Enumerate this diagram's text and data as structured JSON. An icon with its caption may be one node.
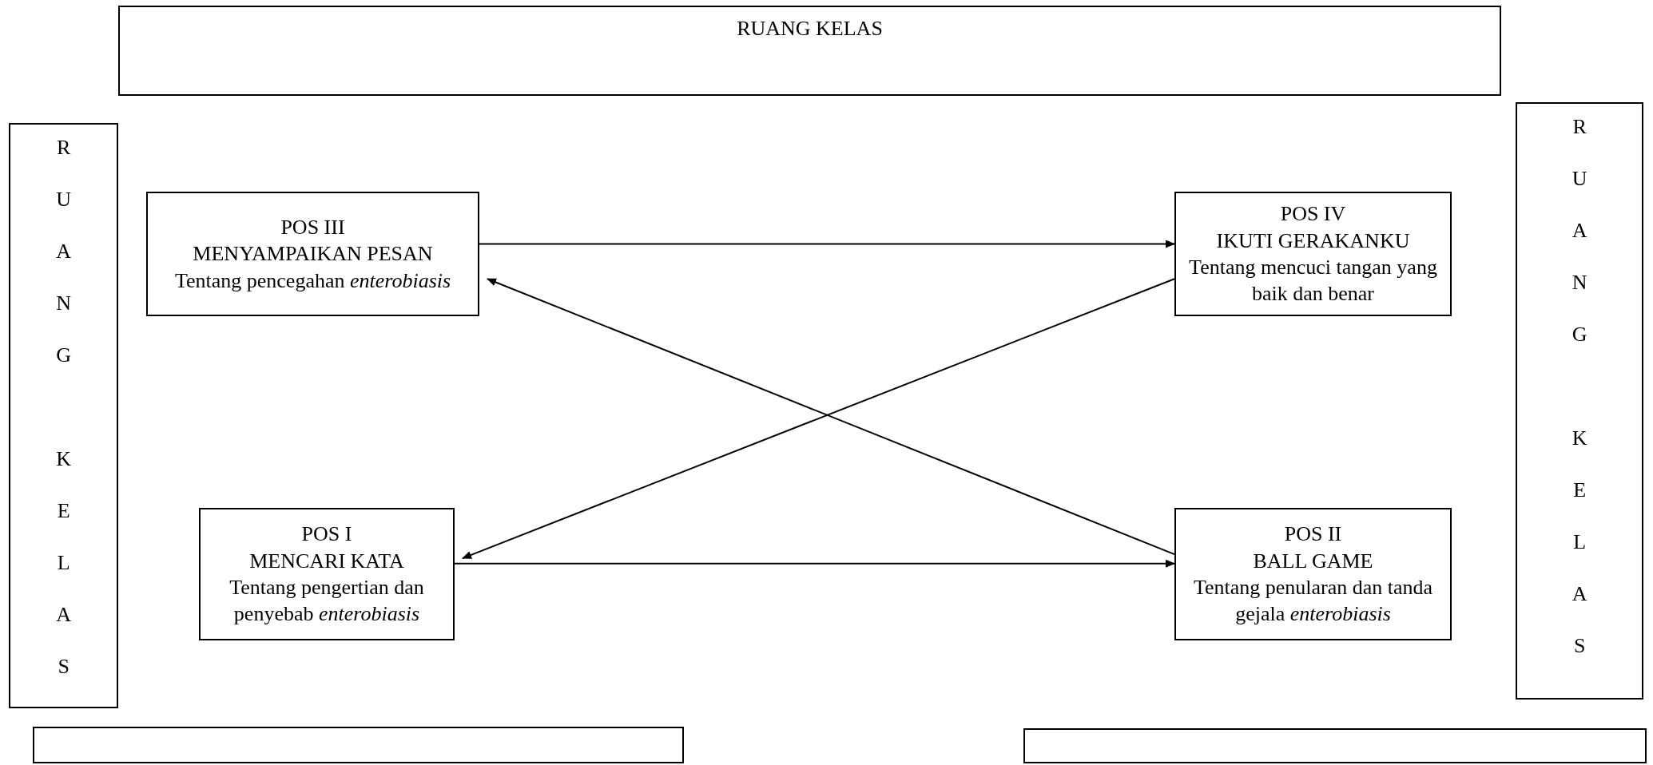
{
  "diagram": {
    "nodes": [
      {
        "text": [
          "RUANG KELAS"
        ]
      },
      {
        "text": [
          "RUANG KELAS"
        ]
      },
      {
        "text": [
          "RUANG KELAS"
        ]
      },
      {
        "text": [
          "POS III",
          "MENYAMPAIKAN PESAN",
          "Tentang pencegahan *enterobiasis*"
        ]
      },
      {
        "text": [
          "POS IV",
          "IKUTI GERAKANKU",
          "Tentang mencuci tangan yang baik dan benar"
        ]
      },
      {
        "text": [
          "POS I",
          "MENCARI KATA",
          "Tentang pengertian dan penyebab *enterobiasis*"
        ]
      },
      {
        "text": [
          "POS II",
          "BALL GAME",
          "Tentang penularan dan tanda gejala *enterobiasis*"
        ]
      },
      {
        "text": [],
        "shape": "box"
      },
      {
        "text": [],
        "shape": "box"
      }
    ],
    "edges": [
      {
        "from": 3,
        "to": 4,
        "arrow": "to"
      },
      {
        "from": 4,
        "to": 5,
        "arrow": "to"
      },
      {
        "from": 5,
        "to": 6,
        "arrow": "to"
      },
      {
        "from": 6,
        "to": 3,
        "arrow": "to"
      }
    ]
  }
}
